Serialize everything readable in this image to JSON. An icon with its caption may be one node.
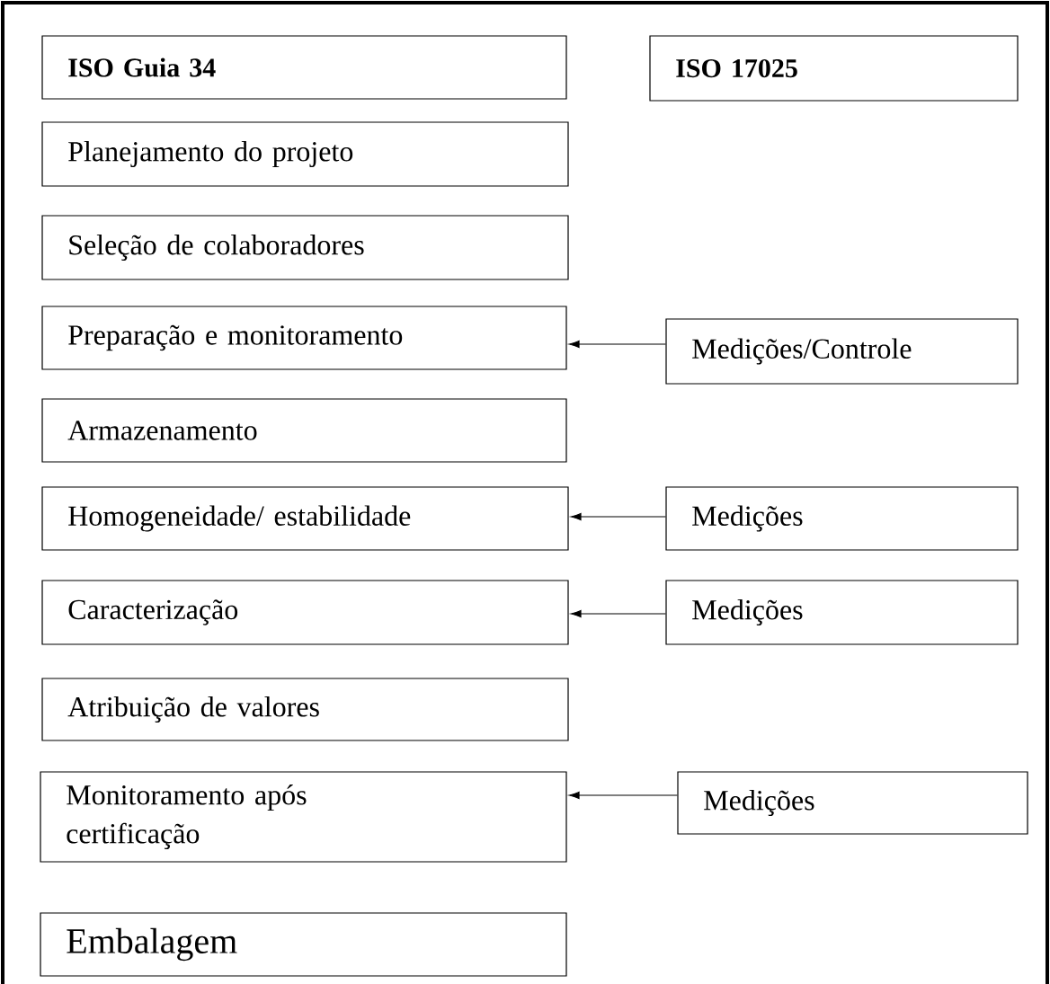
{
  "diagram": {
    "nodes": [
      {
        "text": [
          "ISO Guia 34"
        ]
      },
      {
        "text": [
          "ISO 17025"
        ]
      },
      {
        "text": [
          "Planejamento do projeto"
        ]
      },
      {
        "text": [
          "Seleção de colaboradores"
        ]
      },
      {
        "text": [
          "Preparação e monitoramento"
        ]
      },
      {
        "text": [
          "Medições/Controle"
        ]
      },
      {
        "text": [
          "Armazenamento"
        ]
      },
      {
        "text": [
          "Homogeneidade/ estabilidade"
        ]
      },
      {
        "text": [
          "Medições"
        ]
      },
      {
        "text": [
          "Caracterização"
        ]
      },
      {
        "text": [
          "Medições"
        ]
      },
      {
        "text": [
          "Atribuição de valores"
        ]
      },
      {
        "text": [
          "Monitoramento após certificação"
        ]
      },
      {
        "text": [
          "Medições"
        ]
      },
      {
        "text": [
          "Embalagem"
        ]
      }
    ],
    "edges": [
      {
        "from": 5,
        "to": 4,
        "arrow": "to"
      },
      {
        "from": 8,
        "to": 7,
        "arrow": "to"
      },
      {
        "from": 10,
        "to": 9,
        "arrow": "to"
      },
      {
        "from": 13,
        "to": 12,
        "arrow": "to"
      }
    ]
  }
}
